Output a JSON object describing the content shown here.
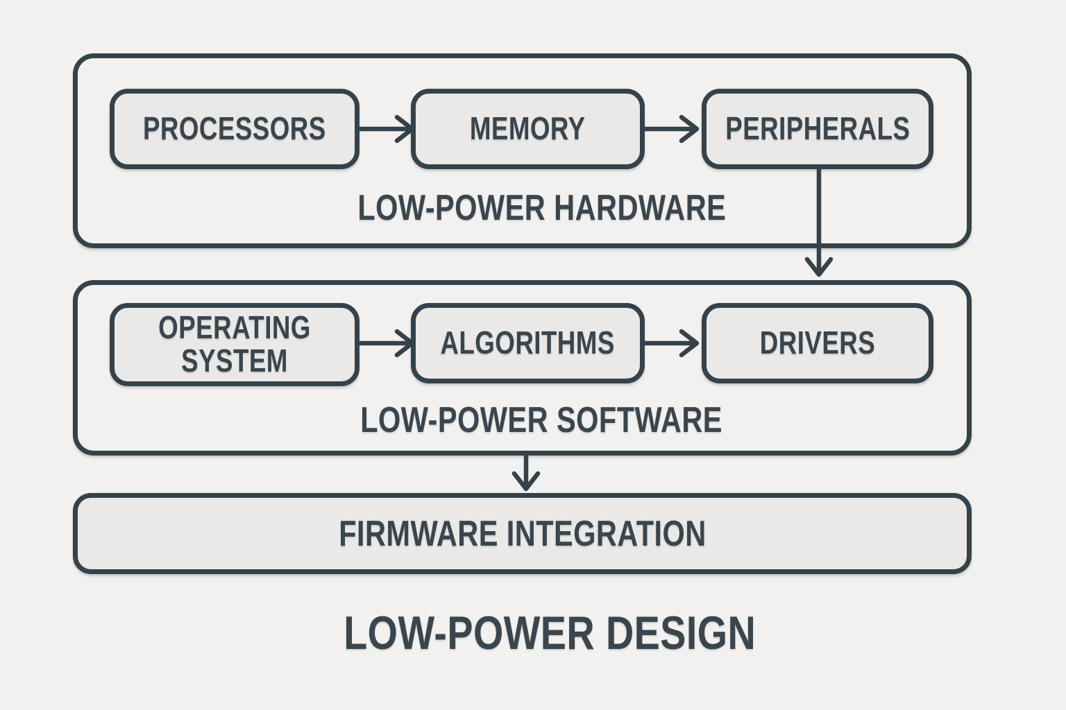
{
  "title": "LOW-POWER DESIGN",
  "hardware": {
    "label": "LOW-POWER HARDWARE",
    "nodes": [
      "PROCESSORS",
      "MEMORY",
      "PERIPHERALS"
    ]
  },
  "software": {
    "label": "LOW-POWER SOFTWARE",
    "nodes": [
      "OPERATING SYSTEM",
      "ALGORITHMS",
      "DRIVERS"
    ]
  },
  "firmware": {
    "label": "FIRMWARE INTEGRATION"
  },
  "flow": [
    "PROCESSORS -> MEMORY",
    "MEMORY -> PERIPHERALS",
    "PERIPHERALS -> LOW-POWER SOFTWARE",
    "OPERATING SYSTEM -> ALGORITHMS",
    "ALGORITHMS -> DRIVERS",
    "LOW-POWER SOFTWARE -> FIRMWARE INTEGRATION"
  ],
  "colors": {
    "background": "#F2F1EF",
    "box_fill": "#EAE9E7",
    "stroke": "#36424A",
    "text": "#3A454D"
  }
}
